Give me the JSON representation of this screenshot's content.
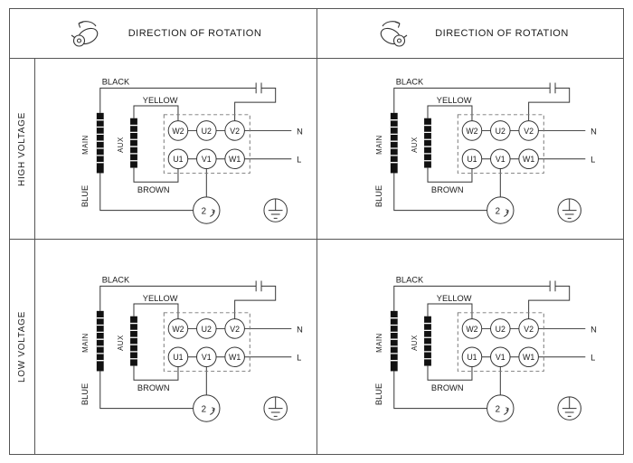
{
  "header": {
    "columns": [
      {
        "label": "DIRECTION OF ROTATION",
        "icon": "motor-rotation-left-icon"
      },
      {
        "label": "DIRECTION OF ROTATION",
        "icon": "motor-rotation-right-icon"
      }
    ]
  },
  "rows": [
    {
      "label": "HIGH VOLTAGE"
    },
    {
      "label": "LOW VOLTAGE"
    }
  ],
  "diagram": {
    "wire_labels": {
      "black": "BLACK",
      "yellow": "YELLOW",
      "brown": "BROWN",
      "blue": "BLUE"
    },
    "winding_labels": {
      "main": "MAIN",
      "aux": "AUX"
    },
    "terminals": {
      "top": [
        "W2",
        "U2",
        "V2"
      ],
      "bottom": [
        "U1",
        "V1",
        "W1"
      ]
    },
    "line_labels": {
      "neutral": "N",
      "live": "L"
    },
    "motor_label": "2",
    "icons": {
      "ground": "earth-ground-icon",
      "capacitor": "capacitor-icon",
      "motor": "motor-circle-icon"
    },
    "colors": {
      "line": "#333333",
      "frame": "#555555",
      "text": "#1a1a1a"
    }
  }
}
